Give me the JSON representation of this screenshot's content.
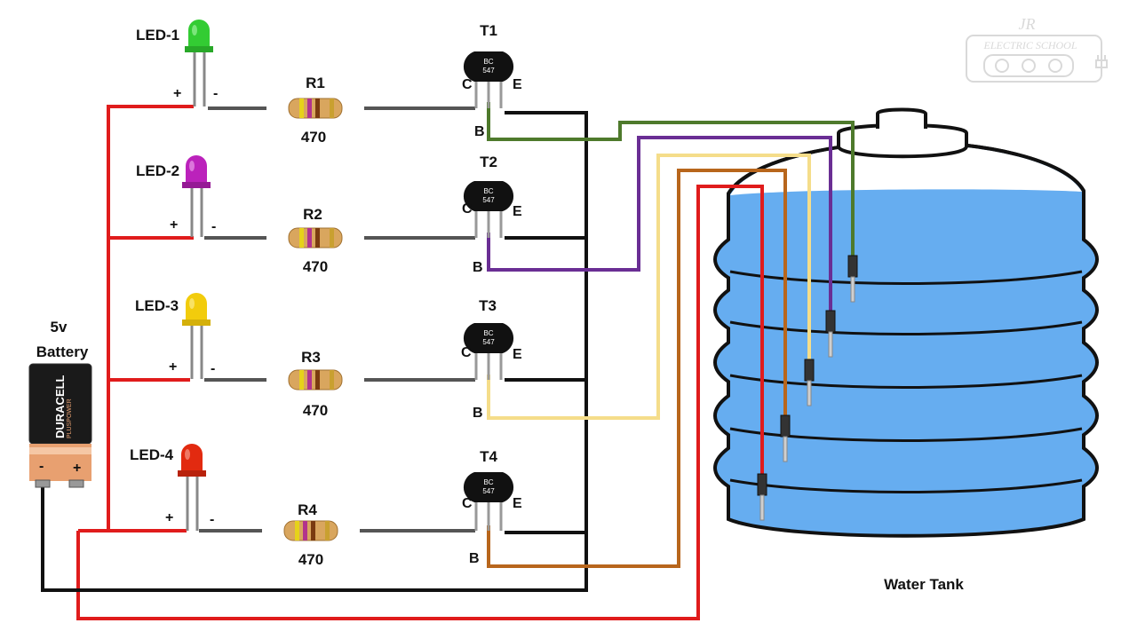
{
  "battery": {
    "label_line1": "5v",
    "label_line2": "Battery",
    "brand": "DURACELL",
    "sub_brand": "PLUSPOWER",
    "minus": "-",
    "plus": "+"
  },
  "rows": [
    {
      "led": "LED-1",
      "led_color": "#33cc33",
      "resistor": "R1",
      "ohms": "470",
      "transistor": "T1",
      "wire_color": "#4e7a2c"
    },
    {
      "led": "LED-2",
      "led_color": "#bb22bb",
      "resistor": "R2",
      "ohms": "470",
      "transistor": "T2",
      "wire_color": "#6a2e94"
    },
    {
      "led": "LED-3",
      "led_color": "#f2cc0c",
      "resistor": "R3",
      "ohms": "470",
      "transistor": "T3",
      "wire_color": "#f5dd8a"
    },
    {
      "led": "LED-4",
      "led_color": "#e22a10",
      "resistor": "R4",
      "ohms": "470",
      "transistor": "T4",
      "wire_color": "#b8661c"
    }
  ],
  "pins": {
    "plus": "+",
    "minus": "-",
    "c": "C",
    "e": "E",
    "b": "B"
  },
  "transistor_text": {
    "line1": "BC",
    "line2": "547"
  },
  "tank": {
    "label": "Water Tank",
    "water_color": "#66adf0"
  },
  "watermark": {
    "logo": "JR",
    "text": "ELECTRIC SCHOOL"
  }
}
